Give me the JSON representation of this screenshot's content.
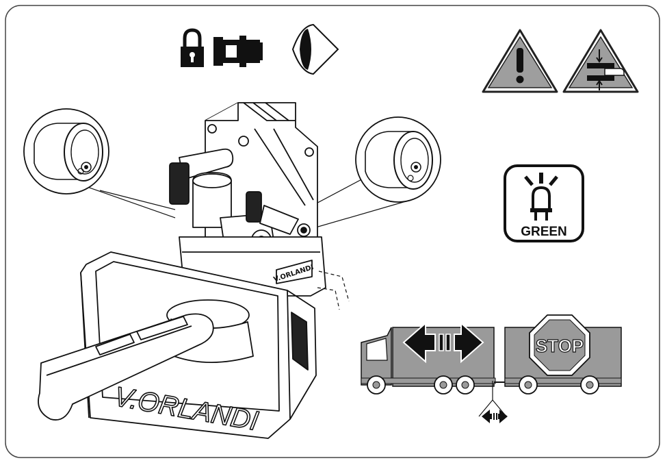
{
  "icons": {
    "lock": "lock-icon",
    "component": "coupling-component-icon",
    "eye": "eye-inspect-icon",
    "warning": "warning-triangle-icon",
    "crush": "hand-crush-hazard-icon",
    "lamp": "indicator-lamp-icon",
    "stop": "stop-sign-icon",
    "arrows": "bidirectional-arrow-icon"
  },
  "lamp": {
    "label": "GREEN"
  },
  "stop": {
    "label": "STOP"
  },
  "product": {
    "brand_small": "V.ORLANDI",
    "brand_large": "V.ORLANDI"
  },
  "colors": {
    "ink": "#111111",
    "warning_fill": "#9e9e9e",
    "truck_fill": "#9a9a9a",
    "stop_fill": "#9a9a9a",
    "frame": "#444444"
  }
}
